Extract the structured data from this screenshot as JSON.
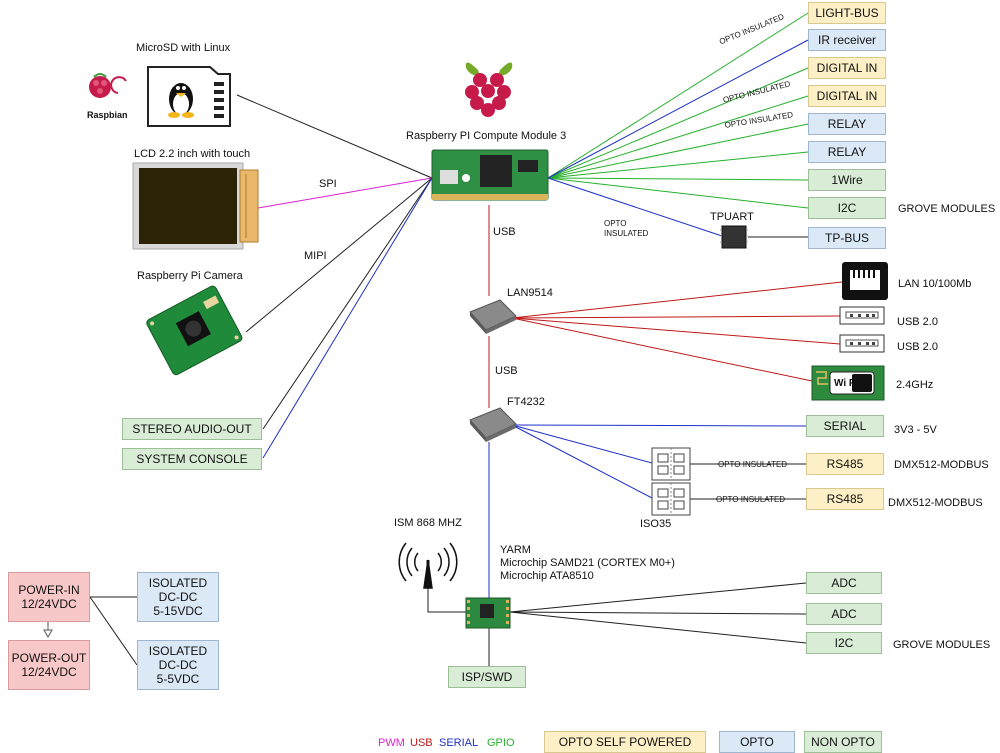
{
  "colors": {
    "pwm": "#e020d0",
    "usb": "#c01818",
    "serial": "#1c2fc8",
    "gpio": "#25b02a",
    "black": "#202020",
    "opto_self_powered": "#fdf0c6",
    "opto": "#dbe8f6",
    "non_opto": "#d9ecd6",
    "power": "#f8c7c7"
  },
  "icons": [
    "raspbian-logo",
    "linux-tux-icon",
    "microsd-card-icon",
    "raspberry-pi-logo",
    "lcd-screen",
    "pi-camera-board",
    "compute-module-board",
    "tpuart-chip-icon",
    "lan9514-chip-icon",
    "ft4232-chip-icon",
    "ethernet-port-icon",
    "usb-port-icon",
    "wifi-module-icon",
    "optocoupler-chip-icon",
    "antenna-icon",
    "yarm-module-icon"
  ],
  "left": {
    "microsd": "MicroSD with Linux",
    "raspbian": "Raspbian",
    "lcd": "LCD 2.2 inch with touch",
    "spi": "SPI",
    "mipi": "MIPI",
    "camera": "Raspberry Pi Camera",
    "stereo_audio": "STEREO AUDIO-OUT",
    "system_console": "SYSTEM CONSOLE"
  },
  "center": {
    "cm3": "Raspberry PI Compute Module 3",
    "usb1": "USB",
    "lan9514": "LAN9514",
    "usb2": "USB",
    "ft4232": "FT4232",
    "ism": "ISM 868 MHZ",
    "yarm": "YARM",
    "yarm_line1": "Microchip SAMD21 (CORTEX M0+)",
    "yarm_line2": "Microchip ATA8510",
    "isp_swd": "ISP/SWD"
  },
  "right": {
    "opto_insulated": "OPTO INSULATED",
    "opto_insulated_line1": "OPTO",
    "opto_insulated_line2": "INSULATED",
    "light_bus": "LIGHT-BUS",
    "ir_receiver": "IR receiver",
    "digital_in_1": "DIGITAL IN",
    "digital_in_2": "DIGITAL IN",
    "relay_1": "RELAY",
    "relay_2": "RELAY",
    "onewire": "1Wire",
    "i2c_top": "I2C",
    "grove_modules_top": "GROVE MODULES",
    "tpuart": "TPUART",
    "tp_bus": "TP-BUS",
    "lan": "LAN 10/100Mb",
    "usb20_a": "USB 2.0",
    "usb20_b": "USB 2.0",
    "wifi_text": "Wi Fi",
    "ghz": "2.4GHz",
    "serial": "SERIAL",
    "serial_voltage": "3V3 - 5V",
    "rs485_1": "RS485",
    "rs485_2": "RS485",
    "dmx_1": "DMX512-MODBUS",
    "dmx_2": "DMX512-MODBUS",
    "iso35": "ISO35",
    "adc_1": "ADC",
    "adc_2": "ADC",
    "i2c_bottom": "I2C",
    "grove_modules_bottom": "GROVE MODULES"
  },
  "power": {
    "power_in_1": "POWER-IN",
    "power_in_2": "12/24VDC",
    "power_out_1": "POWER-OUT",
    "power_out_2": "12/24VDC",
    "iso1_1": "ISOLATED",
    "iso1_2": "DC-DC",
    "iso1_3": "5-15VDC",
    "iso2_1": "ISOLATED",
    "iso2_2": "DC-DC",
    "iso2_3": "5-5VDC"
  },
  "legend": {
    "pwm": "PWM",
    "usb": "USB",
    "serial": "SERIAL",
    "gpio": "GPIO",
    "opto_self_powered": "OPTO SELF POWERED",
    "opto": "OPTO",
    "non_opto": "NON OPTO"
  }
}
